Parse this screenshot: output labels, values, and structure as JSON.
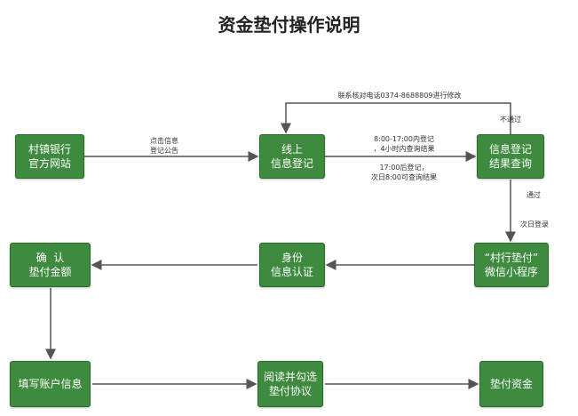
{
  "title": "资金垫付操作说明",
  "nodes": {
    "bank_site": [
      "村镇银行",
      "官方网站"
    ],
    "online_register": [
      "线上",
      "信息登记"
    ],
    "result_query": [
      "信息登记",
      "结果查询"
    ],
    "mini_program": [
      "“村行垫付”",
      "微信小程序"
    ],
    "identity_auth": [
      "身份",
      "信息认证"
    ],
    "confirm_amount": [
      "确  认",
      "垫付金额"
    ],
    "account_info": [
      "填写账户信息"
    ],
    "read_agreement": [
      "阅读并勾选",
      "垫付协议"
    ],
    "advance_funds": [
      "垫付资金"
    ]
  },
  "labels": {
    "click_info": [
      "点击信息",
      "登记公告"
    ],
    "daytime": [
      "8:00-17:00内登记",
      "，4小时内查询结果"
    ],
    "after_hours": [
      "17:00后登记，",
      "次日8:00可查询结果"
    ],
    "contact": "联系核对电话0374-8688809进行修改",
    "not_passed": "不通过",
    "passed": "通过",
    "next_day_login": "次日登录"
  },
  "colors": {
    "node_fill": "#3e8a3e",
    "line": "#555555"
  }
}
